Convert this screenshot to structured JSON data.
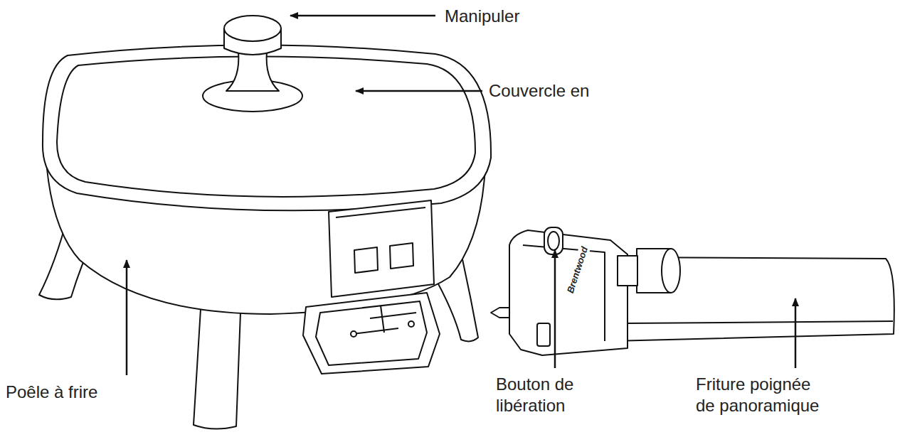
{
  "diagram": {
    "labels": [
      "Manipuler",
      "Couvercle en",
      "Poêle à frire",
      "Bouton de libération",
      "Friture poignée de panoramique",
      "Brentwood"
    ]
  }
}
